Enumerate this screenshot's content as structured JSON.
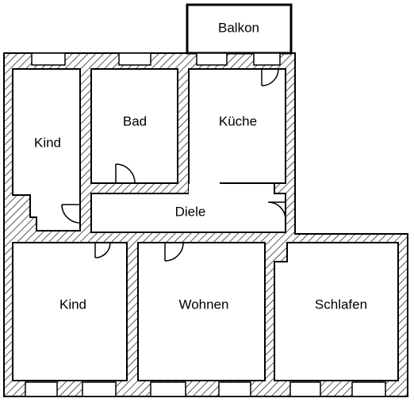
{
  "rooms": {
    "balkon": "Balkon",
    "kind_top": "Kind",
    "bad": "Bad",
    "kueche": "Küche",
    "diele": "Diele",
    "kind_bottom": "Kind",
    "wohnen": "Wohnen",
    "schlafen": "Schlafen"
  },
  "colors": {
    "wall_hatch": "#000000",
    "background": "#ffffff"
  }
}
